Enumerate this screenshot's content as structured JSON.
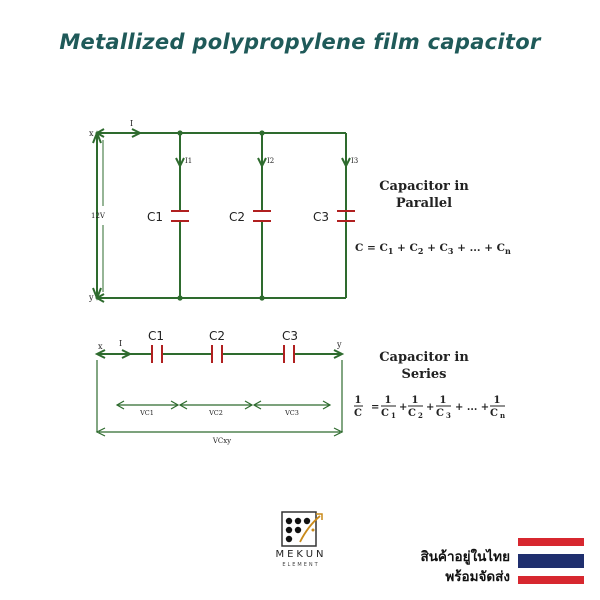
{
  "title": "Metallized polypropylene film capacitor",
  "parallel": {
    "heading_line1": "Capacitor in",
    "heading_line2": "Parallel",
    "node_x": "x",
    "node_y": "y",
    "current_main": "I",
    "voltage": "12V",
    "currents": [
      "I1",
      "I2",
      "I3"
    ],
    "capacitors": [
      "C1",
      "C2",
      "C3"
    ],
    "formula": "C = C1 + C2 + C3 + ... + Cn"
  },
  "series": {
    "heading_line1": "Capacitor in",
    "heading_line2": "Series",
    "node_x": "x",
    "node_y": "y",
    "current_main": "I",
    "capacitors": [
      "C1",
      "C2",
      "C3"
    ],
    "voltages": [
      "VC1",
      "VC2",
      "VC3"
    ],
    "total_voltage": "VCxy",
    "formula": "1/C = 1/C1 + 1/C2 + 1/C3 + ... + 1/Cn"
  },
  "brand": {
    "name": "MEKUN",
    "sub": "ELEMENT"
  },
  "badge": {
    "line1": "สินค้าอยู่ในไทย",
    "line2": "พร้อมจัดส่ง"
  },
  "colors": {
    "title": "#1f5a59",
    "wire": "#2e6b2e",
    "capacitor": "#b02020",
    "flag_red": "#d7272f",
    "flag_blue": "#1f2f6e"
  }
}
